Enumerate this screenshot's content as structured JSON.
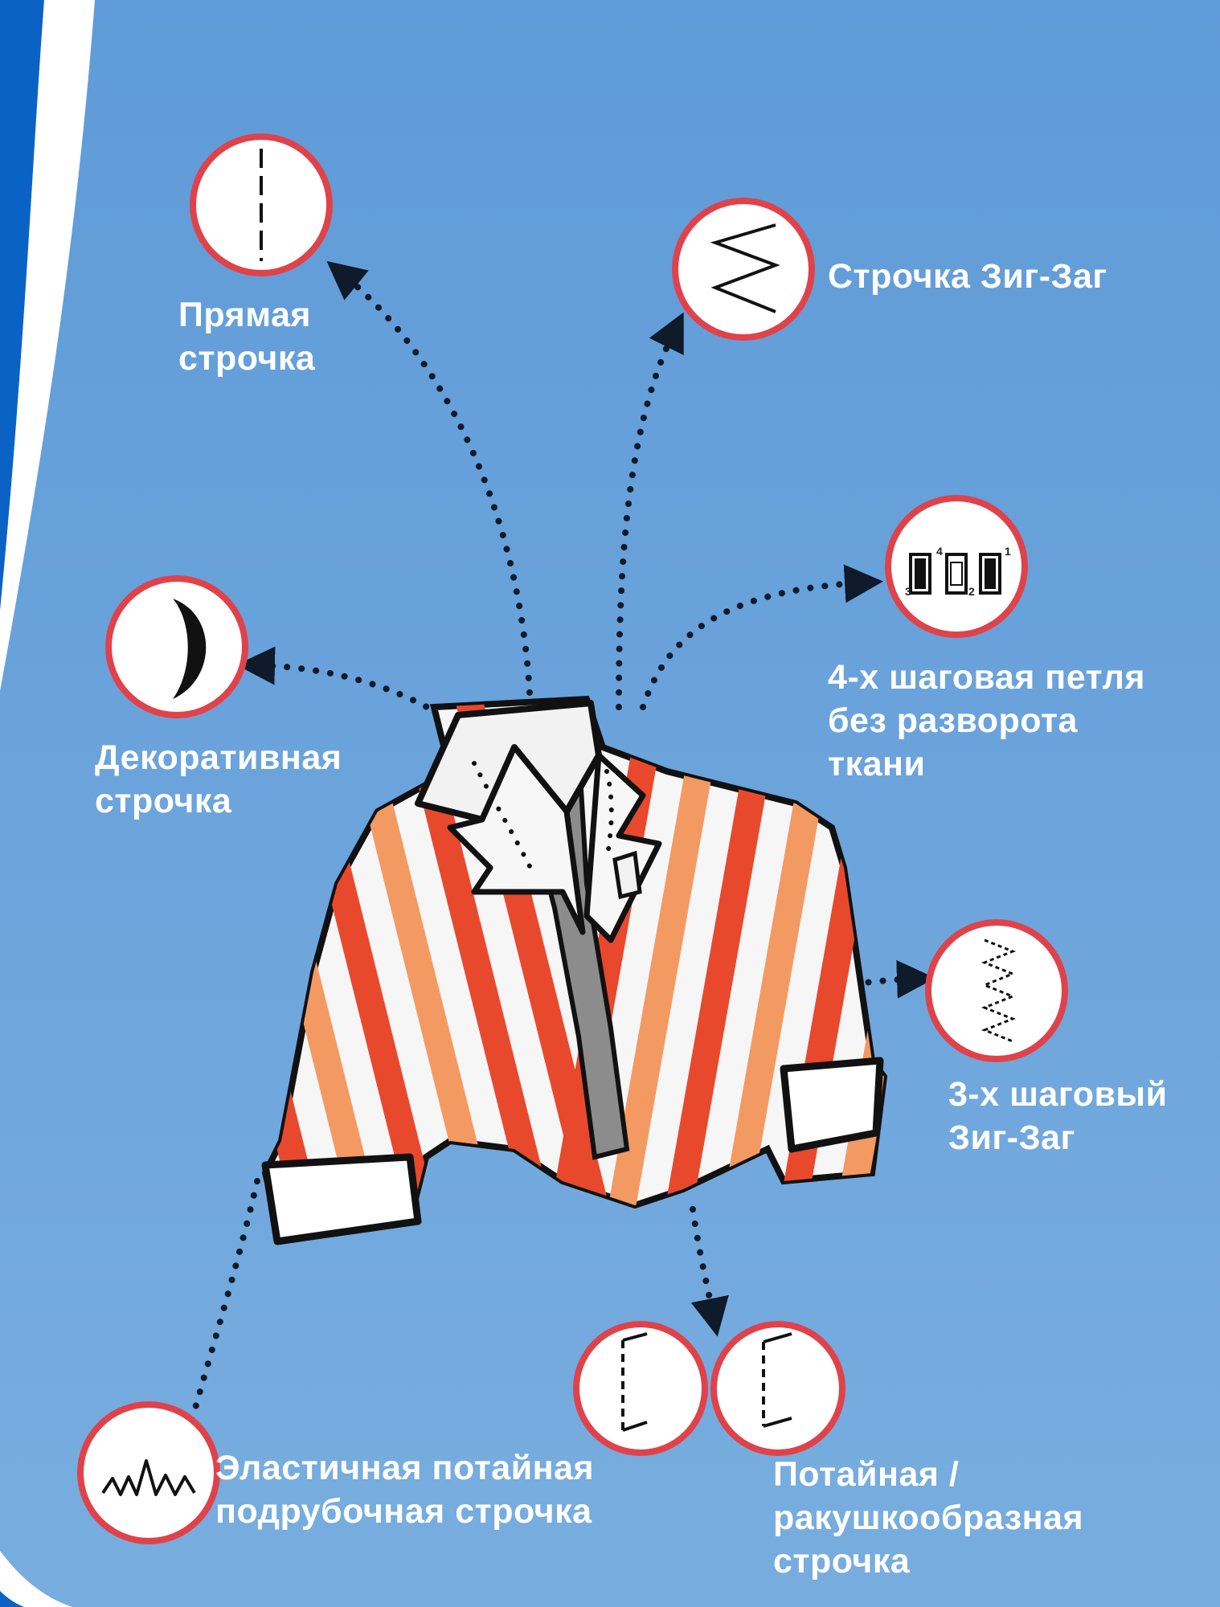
{
  "stitches": [
    {
      "id": "straight",
      "icon": "straight-stitch-icon",
      "lines": [
        "Прямая",
        "строчка"
      ]
    },
    {
      "id": "zigzag",
      "icon": "zigzag-stitch-icon",
      "lines": [
        "Строчка Зиг-Заг"
      ]
    },
    {
      "id": "buttonhole",
      "icon": "buttonhole-stitch-icon",
      "lines": [
        "4-х шаговая петля",
        "без разворота",
        "ткани"
      ],
      "step_numbers": [
        "1",
        "2",
        "3",
        "4"
      ]
    },
    {
      "id": "decorative",
      "icon": "crescent-stitch-icon",
      "lines": [
        "Декоративная",
        "строчка"
      ]
    },
    {
      "id": "three-step-zigzag",
      "icon": "three-step-zigzag-icon",
      "lines": [
        "3-х шаговый",
        "Зиг-Заг"
      ]
    },
    {
      "id": "elastic-blind-hem",
      "icon": "elastic-blind-hem-icon",
      "lines": [
        "Эластичная потайная",
        "подрубочная строчка"
      ]
    },
    {
      "id": "blind-shell",
      "icon": "blind-hem-icon",
      "lines": [
        "Потайная /",
        "ракушкообразная",
        "строчка"
      ]
    }
  ],
  "colors": {
    "background": "#6aa3dc",
    "panel_blue": "#0a63c4",
    "circle_border": "#e0424a",
    "jacket_red": "#e8492d",
    "jacket_orange": "#f39a62",
    "label_text": "#ffffff"
  }
}
